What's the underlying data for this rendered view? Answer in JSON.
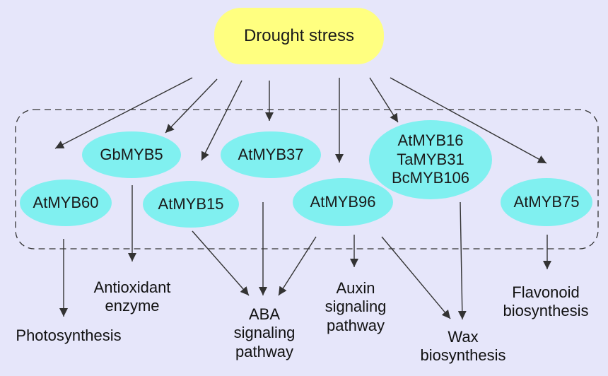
{
  "root": "Drought stress",
  "genes": {
    "gbmyb5": "GbMYB5",
    "atmyb37": "AtMYB37",
    "atmyb60": "AtMYB60",
    "atmyb15": "AtMYB15",
    "atmyb96": "AtMYB96",
    "atmyb75": "AtMYB75",
    "wax_group": [
      "AtMYB16",
      "TaMYB31",
      "BcMYB106"
    ]
  },
  "outcomes": {
    "photosynthesis": "Photosynthesis",
    "antioxidant": "Antioxidant\nenzyme",
    "aba": "ABA\nsignaling\npathway",
    "auxin": "Auxin\nsignaling\npathway",
    "wax": "Wax\nbiosynthesis",
    "flavonoid": "Flavonoid\nbiosynthesis"
  },
  "colors": {
    "background": "#e6e6fa",
    "root_fill": "#ffff80",
    "gene_fill": "#80f0f0",
    "arrow": "#333333"
  }
}
